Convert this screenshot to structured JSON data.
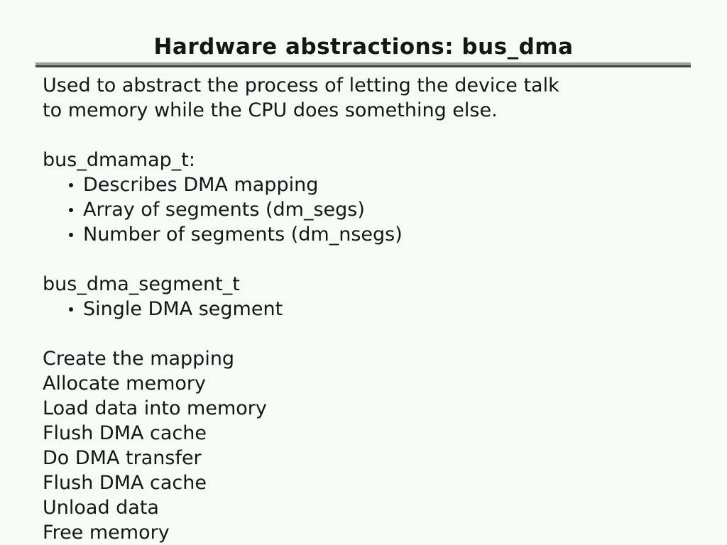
{
  "slide": {
    "title": "Hardware abstractions: bus_dma",
    "intro_lines": [
      "Used to abstract the process of letting the device talk",
      "to memory while the CPU does something else."
    ],
    "sections": [
      {
        "heading": "bus_dmamap_t:",
        "bullets": [
          "Describes DMA mapping",
          "Array of segments (dm_segs)",
          "Number of segments (dm_nsegs)"
        ]
      },
      {
        "heading": "bus_dma_segment_t",
        "bullets": [
          "Single DMA segment"
        ]
      }
    ],
    "steps": [
      "Create the mapping",
      "Allocate memory",
      "Load data into memory",
      "Flush DMA cache",
      "Do DMA transfer",
      "Flush DMA cache",
      "Unload data",
      "Free memory"
    ],
    "colors": {
      "background": "#f5fbf5",
      "text": "#161616",
      "rule_gray": "#9ba09b",
      "rule_dark": "#424742"
    }
  }
}
